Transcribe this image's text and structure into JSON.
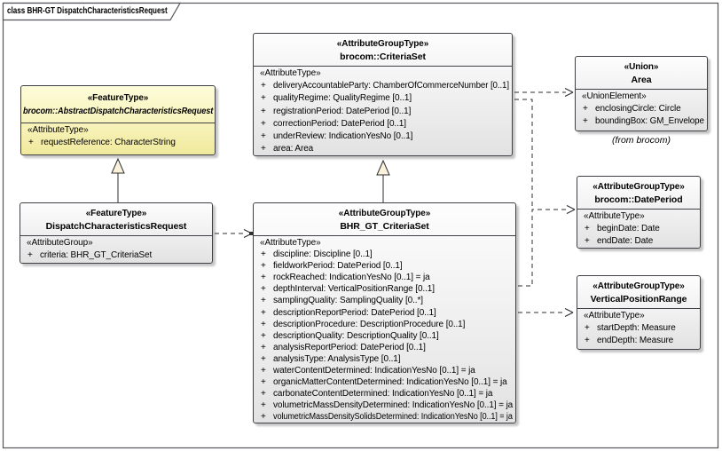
{
  "frame": {
    "title": "class BHR-GT DispatchCharacteristicsRequest"
  },
  "colors": {
    "border": "#3f3f46",
    "box_fill_top": "#fdfdfd",
    "box_fill_bottom": "#e2e2e2",
    "abstract_fill_top": "#fdfcd9",
    "abstract_fill_bottom": "#f0e99d",
    "triangle_fill": "#fbf2de"
  },
  "classes": {
    "abstract": {
      "stereotype": "«FeatureType»",
      "name": "brocom::AbstractDispatchCharacteristicsRequest",
      "attr_header": "«AttributeType»",
      "attributes": [
        {
          "v": "+",
          "t": "requestReference: CharacterString"
        }
      ]
    },
    "dispatch": {
      "stereotype": "«FeatureType»",
      "name": "DispatchCharacteristicsRequest",
      "attr_header": "«AttributeGroup»",
      "attributes": [
        {
          "v": "+",
          "t": "criteria: BHR_GT_CriteriaSet"
        }
      ]
    },
    "criteriaset": {
      "stereotype": "«AttributeGroupType»",
      "name": "brocom::CriteriaSet",
      "attr_header": "«AttributeType»",
      "attributes": [
        {
          "v": "+",
          "t": "deliveryAccountableParty: ChamberOfCommerceNumber [0..1]"
        },
        {
          "v": "+",
          "t": "qualityRegime: QualityRegime [0..1]"
        },
        {
          "v": "+",
          "t": "registrationPeriod: DatePeriod [0..1]"
        },
        {
          "v": "+",
          "t": "correctionPeriod: DatePeriod [0..1]"
        },
        {
          "v": "+",
          "t": "underReview: IndicationYesNo [0..1]"
        },
        {
          "v": "+",
          "t": "area: Area"
        }
      ]
    },
    "bhrgt": {
      "stereotype": "«AttributeGroupType»",
      "name": "BHR_GT_CriteriaSet",
      "attr_header": "«AttributeType»",
      "attributes": [
        {
          "v": "+",
          "t": "discipline: Discipline [0..1]"
        },
        {
          "v": "+",
          "t": "fieldworkPeriod: DatePeriod [0..1]"
        },
        {
          "v": "+",
          "t": "rockReached: IndicationYesNo [0..1] = ja"
        },
        {
          "v": "+",
          "t": "depthInterval: VerticalPositionRange [0..1]"
        },
        {
          "v": "+",
          "t": "samplingQuality: SamplingQuality [0..*]"
        },
        {
          "v": "+",
          "t": "descriptionReportPeriod: DatePeriod [0..1]"
        },
        {
          "v": "+",
          "t": "descriptionProcedure: DescriptionProcedure [0..1]"
        },
        {
          "v": "+",
          "t": "descriptionQuality: DescriptionQuality [0..1]"
        },
        {
          "v": "+",
          "t": "analysisReportPeriod: DatePeriod [0..1]"
        },
        {
          "v": "+",
          "t": "analysisType: AnalysisType [0..1]"
        },
        {
          "v": "+",
          "t": "waterContentDetermined: IndicationYesNo [0..1] = ja"
        },
        {
          "v": "+",
          "t": "organicMatterContentDetermined: IndicationYesNo [0..1] = ja"
        },
        {
          "v": "+",
          "t": "carbonateContentDetermined: IndicationYesNo [0..1] = ja"
        },
        {
          "v": "+",
          "t": "volumetricMassDensityDetermined: IndicationYesNo [0..1] = ja"
        },
        {
          "v": "+",
          "t": "volumetricMassDensitySolidsDetermined: IndicationYesNo [0..1] = ja"
        }
      ]
    },
    "area": {
      "stereotype": "«Union»",
      "name": "Area",
      "attr_header": "«UnionElement»",
      "attributes": [
        {
          "v": "+",
          "t": "enclosingCircle: Circle"
        },
        {
          "v": "+",
          "t": "boundingBox: GM_Envelope"
        }
      ],
      "note": "(from brocom)"
    },
    "dateperiod": {
      "stereotype": "«AttributeGroupType»",
      "name": "brocom::DatePeriod",
      "attr_header": "«AttributeType»",
      "attributes": [
        {
          "v": "+",
          "t": "beginDate: Date"
        },
        {
          "v": "+",
          "t": "endDate: Date"
        }
      ]
    },
    "vpr": {
      "stereotype": "«AttributeGroupType»",
      "name": "VerticalPositionRange",
      "attr_header": "«AttributeType»",
      "attributes": [
        {
          "v": "+",
          "t": "startDepth: Measure"
        },
        {
          "v": "+",
          "t": "endDepth: Measure"
        }
      ]
    }
  },
  "connectors": [
    {
      "type": "generalization",
      "from": "DispatchCharacteristicsRequest",
      "to": "brocom::AbstractDispatchCharacteristicsRequest"
    },
    {
      "type": "generalization",
      "from": "BHR_GT_CriteriaSet",
      "to": "brocom::CriteriaSet"
    },
    {
      "type": "dependency",
      "from": "DispatchCharacteristicsRequest",
      "to": "BHR_GT_CriteriaSet"
    },
    {
      "type": "dependency",
      "from": "brocom::CriteriaSet",
      "to": "Area"
    },
    {
      "type": "dependency",
      "from": "brocom::CriteriaSet",
      "to": "brocom::DatePeriod"
    },
    {
      "type": "dependency",
      "from": "BHR_GT_CriteriaSet",
      "to": "brocom::DatePeriod"
    },
    {
      "type": "dependency",
      "from": "BHR_GT_CriteriaSet",
      "to": "VerticalPositionRange"
    }
  ]
}
